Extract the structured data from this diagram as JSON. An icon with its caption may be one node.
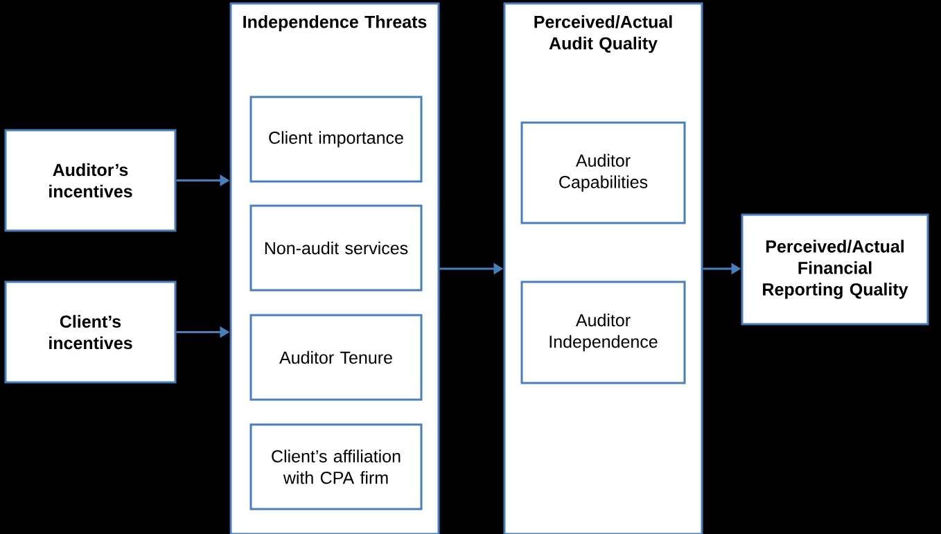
{
  "diagram": {
    "nodes": [
      {
        "text": [
          "Auditor’s incentives"
        ]
      },
      {
        "text": [
          "Client’s incentives"
        ]
      },
      {
        "text": [
          "Independence Threats"
        ]
      },
      {
        "text": [
          "Client importance"
        ],
        "in": 2
      },
      {
        "text": [
          "Non-audit services"
        ],
        "in": 2
      },
      {
        "text": [
          "Auditor Tenure"
        ],
        "in": 2
      },
      {
        "text": [
          "Client’s affiliation with CPA firm"
        ],
        "in": 2
      },
      {
        "text": [
          "Perceived/Actual Audit Quality"
        ]
      },
      {
        "text": [
          "Auditor Capabilities"
        ],
        "in": 7
      },
      {
        "text": [
          "Auditor Independence"
        ],
        "in": 7
      },
      {
        "text": [
          "Perceived/Actual Financial Reporting Quality"
        ]
      }
    ],
    "edges": [
      {
        "from": 0,
        "to": 2,
        "arrow": "to"
      },
      {
        "from": 1,
        "to": 2,
        "arrow": "to"
      },
      {
        "from": 2,
        "to": 7,
        "arrow": "to"
      },
      {
        "from": 7,
        "to": 10,
        "arrow": "to"
      }
    ]
  }
}
